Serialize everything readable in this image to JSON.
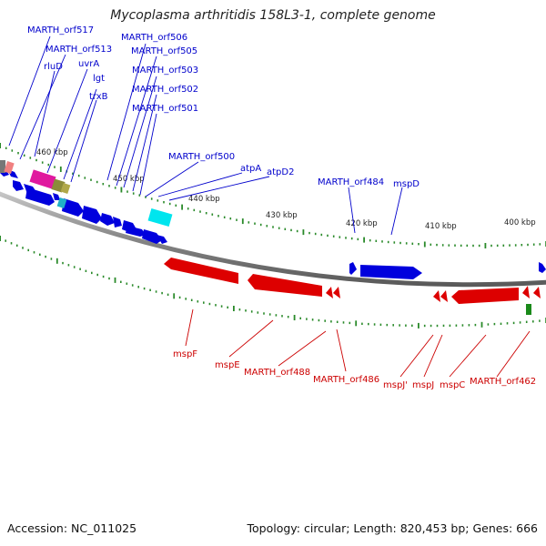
{
  "title": "Mycoplasma arthritidis 158L3-1, complete genome",
  "footer": {
    "accession": "Accession: NC_011025",
    "stats": "Topology: circular; Length: 820,453 bp; Genes: 666"
  },
  "colors": {
    "forward_strand": "#0000dd",
    "reverse_strand": "#dd0000",
    "backbone": "#888888",
    "gc_ticks": "#2a8a2a",
    "label_forward": "#0000cc",
    "label_reverse": "#cc0000"
  },
  "ticks": [
    "460 kbp",
    "450 kbp",
    "440 kbp",
    "430 kbp",
    "420 kbp",
    "410 kbp",
    "400 kbp"
  ],
  "forward_labels": [
    "MARTH_orf517",
    "MARTH_orf513",
    "rluD",
    "uvrA",
    "lgt",
    "trxB",
    "MARTH_orf506",
    "MARTH_orf505",
    "MARTH_orf503",
    "MARTH_orf502",
    "MARTH_orf501",
    "MARTH_orf500",
    "atpA",
    "atpD2",
    "MARTH_orf484",
    "mspD"
  ],
  "reverse_labels": [
    "mspF",
    "mspE",
    "MARTH_orf488",
    "MARTH_orf486",
    "mspJ'",
    "mspJ",
    "mspC",
    "MARTH_orf462"
  ]
}
